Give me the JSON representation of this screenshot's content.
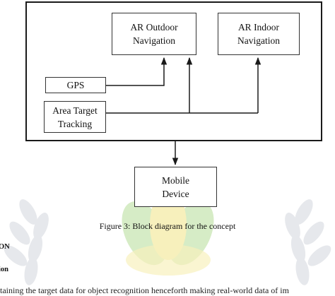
{
  "diagram": {
    "nodes": {
      "ar_outdoor": "AR Outdoor\nNavigation",
      "ar_indoor": "AR Indoor\nNavigation",
      "gps": "GPS",
      "area_target": "Area Target\nTracking",
      "mobile_device": "Mobile\nDevice"
    },
    "edges": [
      {
        "from": "gps",
        "to": "ar_outdoor"
      },
      {
        "from": "area_target",
        "to": "ar_outdoor"
      },
      {
        "from": "area_target",
        "to": "ar_indoor"
      },
      {
        "from": "frame",
        "to": "mobile_device"
      }
    ],
    "caption": "Figure 3: Block diagram for the concept"
  },
  "page_fragments": {
    "heading_1": "ON",
    "heading_2": "ion",
    "body_line": "btaining the target data for object recognition henceforth making real-world data of im"
  },
  "colors": {
    "watermark_green": "#c9e6b3",
    "watermark_yellow": "#f5eba6",
    "watermark_grey": "#e4e6ea",
    "line": "#1a1a1a"
  }
}
